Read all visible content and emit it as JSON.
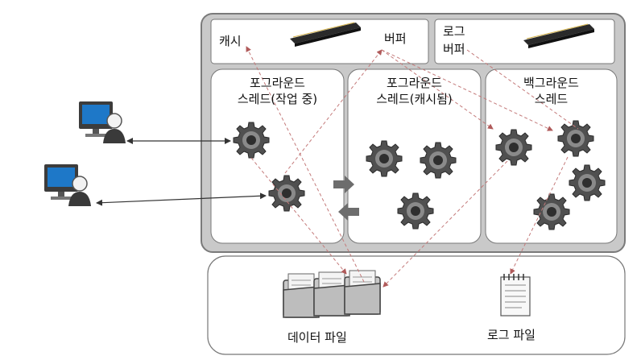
{
  "cache_buffer": {
    "label_left": "캐시",
    "label_right": "버퍼"
  },
  "log_buffer": {
    "line1": "로그",
    "line2": "버퍼"
  },
  "threads": {
    "working": {
      "line1": "포그라운드",
      "line2": "스레드(작업 중)"
    },
    "cached": {
      "line1": "포그라운드",
      "line2": "스레드(캐시됨)"
    },
    "background": {
      "line1": "백그라운드",
      "line2": "스레드"
    }
  },
  "storage": {
    "data_files": "데이터 파일",
    "log_file": "로그 파일"
  },
  "colors": {
    "container_fill": "#c9c9c9",
    "container_stroke": "#7a7a7a",
    "panel_fill": "#ffffff",
    "gear_fill": "#555555",
    "arrow_gray": "#6d6d6d",
    "dashed_red": "#d08080"
  },
  "icons": [
    "computer-user-icon",
    "gear-icon",
    "memory-module-icon",
    "swap-arrows-icon",
    "folder-icon",
    "notepad-icon"
  ]
}
